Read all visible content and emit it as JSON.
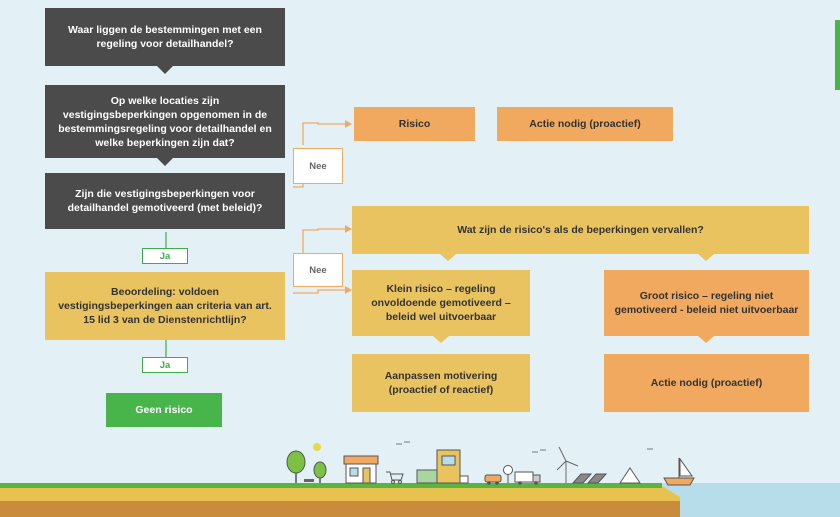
{
  "questions": {
    "q1": "Waar liggen de bestemmingen met een regeling voor detailhandel?",
    "q2": "Op welke locaties zijn vestigingsbeperkingen opgenomen in de bestemmingsregeling voor detailhandel en welke beperkingen zijn dat?",
    "q3": "Zijn die vestigingsbeperkingen voor detailhandel gemotiveerd (met beleid)?",
    "q4": "Beoordeling: voldoen vestigingsbeperkingen aan criteria van art. 15 lid 3 van de Dienstenrichtlijn?"
  },
  "labels": {
    "ja1": "Ja",
    "ja2": "Ja",
    "nee1": "Nee",
    "nee2": "Nee"
  },
  "outcomes": {
    "geen_risico": "Geen risico",
    "risico": "Risico",
    "actie_top": "Actie nodig (proactief)",
    "wat_risicos": "Wat zijn de risico's als de beperkingen vervallen?",
    "klein_risico": "Klein risico – regeling onvoldoende gemotiveerd – beleid wel uitvoerbaar",
    "groot_risico": "Groot risico – regeling niet gemotiveerd - beleid niet uitvoerbaar",
    "aanpassen": "Aanpassen motivering (proactief of reactief)",
    "actie_bottom": "Actie nodig (proactief)"
  },
  "colors": {
    "dark": "#4b4b4b",
    "yellow": "#e8c35f",
    "orange": "#f0a95e",
    "green": "#48b54a",
    "background": "#e3f1f7"
  }
}
